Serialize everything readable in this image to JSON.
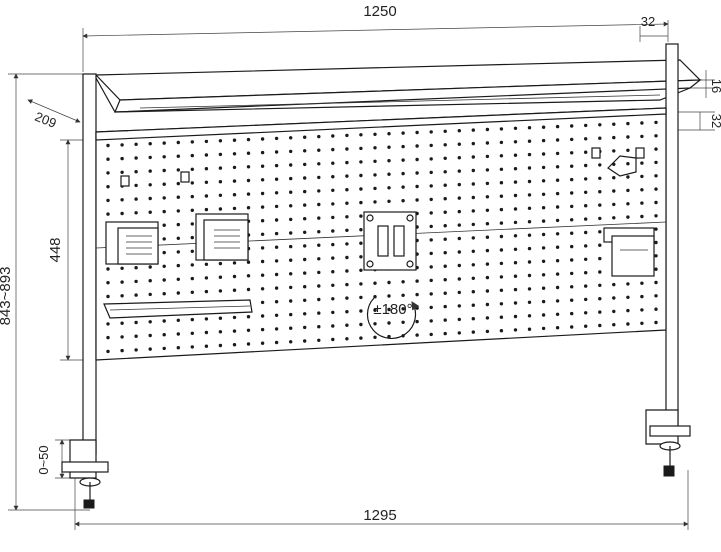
{
  "dimensions": {
    "width_top": "1250",
    "width_bottom": "1295",
    "depth": "209",
    "post_width": "32",
    "shelf_thickness": "16",
    "panel_gap": "32",
    "panel_height": "448",
    "overall_height": "843~893",
    "clamp_range": "0~50"
  },
  "rotation_label": "±180°"
}
